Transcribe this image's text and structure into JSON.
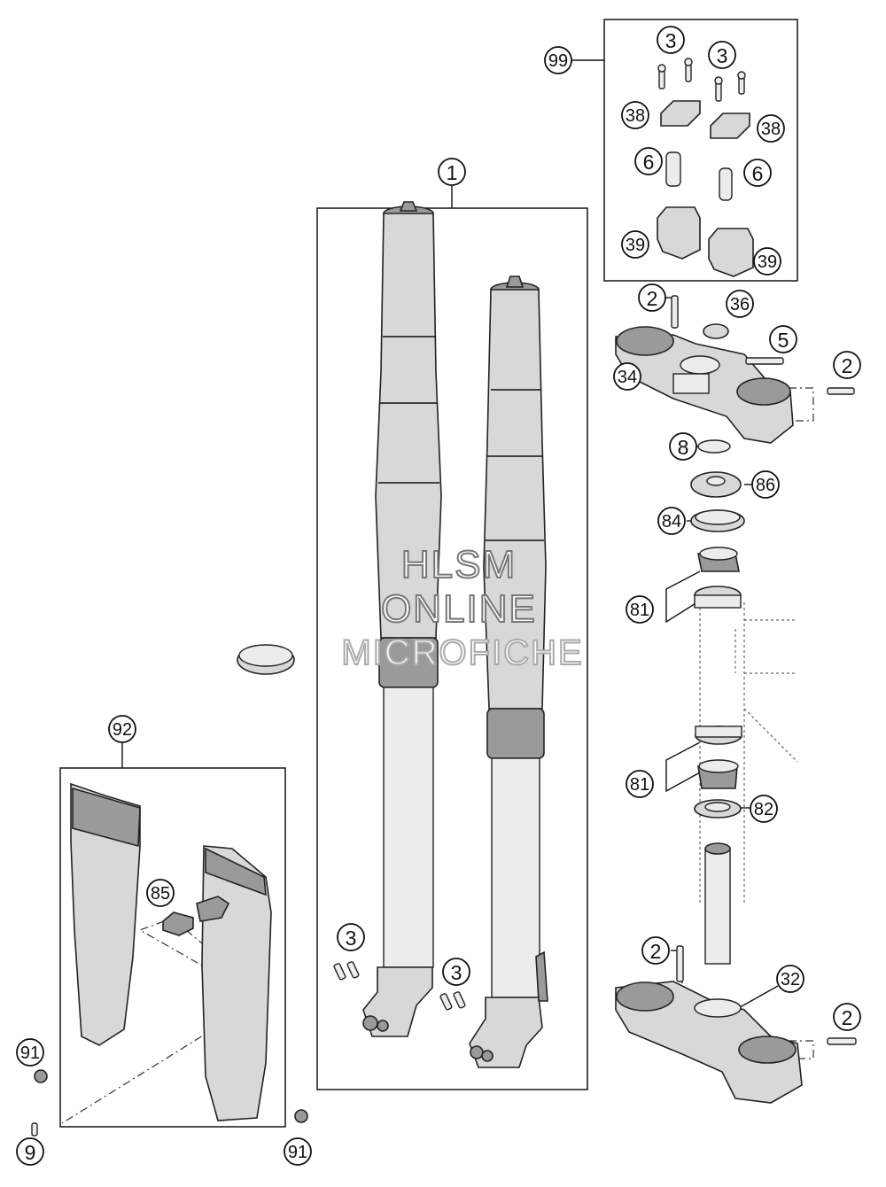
{
  "callouts": {
    "c1": "1",
    "c2a": "2",
    "c2b": "2",
    "c2c": "2",
    "c2d": "2",
    "c3a": "3",
    "c3b": "3",
    "c3c": "3",
    "c3d": "3",
    "c5": "5",
    "c6a": "6",
    "c6b": "6",
    "c8": "8",
    "c9": "9",
    "c32": "32",
    "c34": "34",
    "c36": "36",
    "c38a": "38",
    "c38b": "38",
    "c39a": "39",
    "c39b": "39",
    "c81a": "81",
    "c81b": "81",
    "c82": "82",
    "c84": "84",
    "c85": "85",
    "c86": "86",
    "c91a": "91",
    "c91b": "91",
    "c92": "92",
    "c99": "99"
  },
  "watermark": {
    "line1": "HLSM",
    "line2": "ONLINE",
    "line3": "MICROFICHE"
  },
  "colors": {
    "line": "#111111",
    "part_fill": "#d8d8d8",
    "background": "#ffffff"
  }
}
